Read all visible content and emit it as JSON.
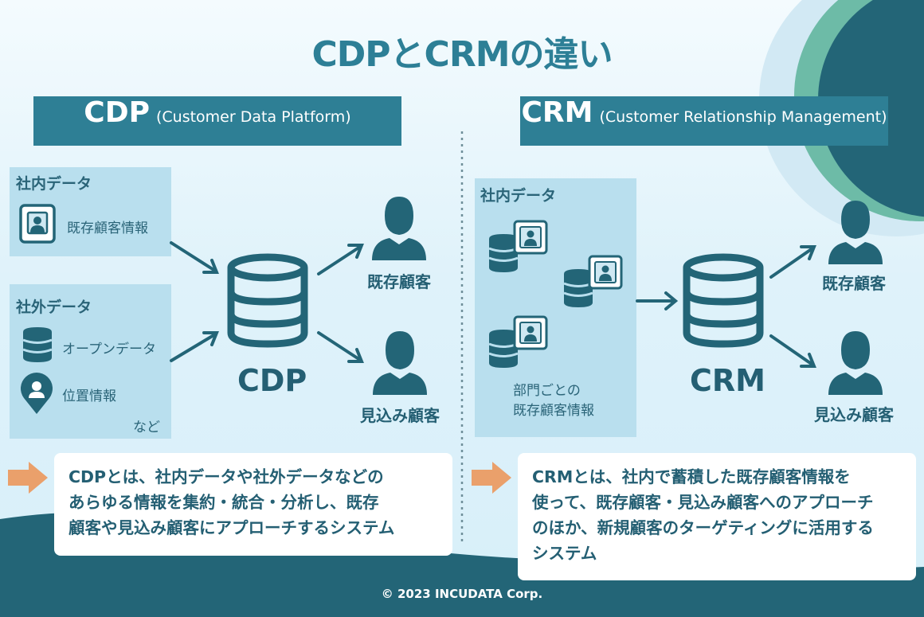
{
  "title": "CDPとCRMの違い",
  "colors": {
    "primary": "#2e7f95",
    "dark": "#245f73",
    "source_box": "#b9dfee",
    "accent_arrow": "#eaa06b",
    "circle_green": "#6dbba7"
  },
  "cdp": {
    "abbr": "CDP",
    "full": "(Customer Data Platform)",
    "internal": {
      "label": "社内データ",
      "item": "既存顧客情報"
    },
    "external": {
      "label": "社外データ",
      "items": [
        "オープンデータ",
        "位置情報"
      ],
      "etc": "など"
    },
    "node_label": "CDP",
    "outputs": [
      "既存顧客",
      "見込み顧客"
    ],
    "description_lines": [
      "CDPとは、社内データや社外データなどの",
      "あらゆる情報を集約・統合・分析し、既存",
      "顧客や見込み顧客にアプローチするシステム"
    ]
  },
  "crm": {
    "abbr": "CRM",
    "full": "(Customer Relationship Management)",
    "internal": {
      "label": "社内データ",
      "caption_lines": [
        "部門ごとの",
        "既存顧客情報"
      ]
    },
    "node_label": "CRM",
    "outputs": [
      "既存顧客",
      "見込み顧客"
    ],
    "description_lines": [
      "CRMとは、社内で蓄積した既存顧客情報を",
      "使って、既存顧客・見込み顧客へのアプローチ",
      "のほか、新規顧客のターゲティングに活用する",
      "システム"
    ]
  },
  "icons": [
    "profile-card-icon",
    "database-icon",
    "location-pin-icon",
    "person-icon",
    "arrow-icon"
  ],
  "copyright": "© 2023 INCUDATA Corp."
}
